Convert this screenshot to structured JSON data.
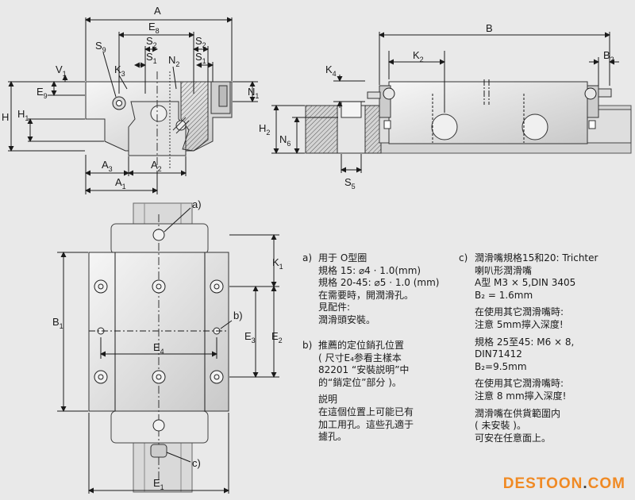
{
  "dims": {
    "A": "A",
    "E8": "E8",
    "S2a": "S2",
    "S2b": "S2",
    "S1a": "S1",
    "S1b": "S1",
    "S9": "S9",
    "K3": "K3",
    "N2": "N2",
    "V1": "V1",
    "E9": "E9",
    "H1": "H1",
    "H": "H",
    "N1": "N1",
    "A3": "A3",
    "A2": "A2",
    "A1": "A1",
    "B": "B",
    "K2": "K2",
    "B2": "B2",
    "K4": "K4",
    "H2": "H2",
    "N6": "N6",
    "S5": "S5",
    "K1": "K1",
    "B1": "B1",
    "E3": "E3",
    "E2": "E2",
    "E4": "E4",
    "E1": "E1",
    "callout_a": "a)",
    "callout_b": "b)",
    "callout_c": "c)"
  },
  "notes": {
    "a": {
      "tag": "a)",
      "text": "用于 O型圈\n規格 15: ⌀4 · 1.0(mm)\n規格 20-45: ⌀5 · 1.0 (mm)\n在需要時，開潤滑孔。\n見配件:\n潤滑頭安裝。"
    },
    "b": {
      "tag": "b)",
      "text": "推薦的定位銷孔位置\n( 尺寸E₄参看主樣本\n82201 “安裝説明”中\n的“銷定位”部分 )。",
      "text2": "説明\n在這個位置上可能已有\n加工用孔。這些孔適于\n攄孔。"
    },
    "c": {
      "tag": "c)",
      "p1": "潤滑嘴規格15和20: Trichter\n喇叭形潤滑嘴\nA型   M3 × 5,DIN 3405\nB₂ = 1.6mm",
      "p2": "在使用其它潤滑嘴時:\n注意 5mm擰入深度!",
      "p3": "規格 25至45: M6 × 8,\nDIN71412\nB₂=9.5mm",
      "p4": "在使用其它潤滑嘴時:\n注意 8 mm擰入深度!",
      "p5": "潤滑嘴在供貨範圍内\n( 未安裝 )。\n可安在任意面上。"
    }
  },
  "watermark": {
    "main": "DESTOON",
    "dot": ".",
    "tld": "COM"
  }
}
